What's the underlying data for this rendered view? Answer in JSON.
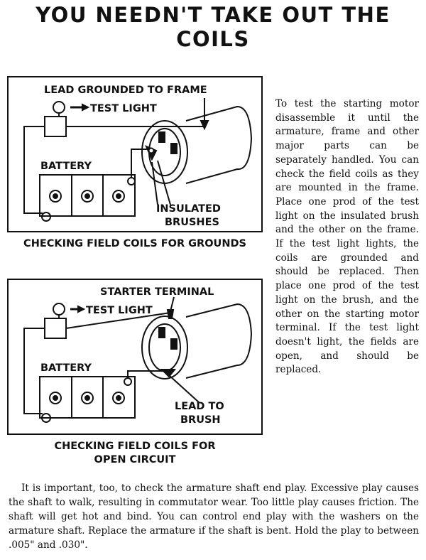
{
  "title": "YOU NEEDN'T TAKE OUT THE COILS",
  "figure1": {
    "label_lead": "LEAD GROUNDED TO FRAME",
    "label_test_light": "TEST LIGHT",
    "label_battery": "BATTERY",
    "label_insulated": "INSULATED",
    "label_brushes": "BRUSHES",
    "caption": "CHECKING FIELD COILS FOR GROUNDS"
  },
  "figure2": {
    "label_starter": "STARTER TERMINAL",
    "label_test_light": "TEST LIGHT",
    "label_battery": "BATTERY",
    "label_lead_to": "LEAD TO",
    "label_brush": "BRUSH",
    "caption_line1": "CHECKING FIELD COILS FOR",
    "caption_line2": "OPEN CIRCUIT"
  },
  "side_text": "To test the starting motor disassemble it until the armature, frame and other major parts can be separately handled. You can check the field coils as they are mounted in the frame. Place one prod of the test light on the insulated brush and the other on the frame. If the test light lights, the coils are grounded and should be replaced. Then place one prod of the test light on the brush, and the other on the starting motor terminal. If the test light doesn't light, the fields are open, and should be replaced.",
  "bottom_text": "It is important, too, to check the armature shaft end play. Excessive play causes the shaft to walk, resulting in commutator wear. Too little play causes friction. The shaft will get hot and bind. You can control end play with the washers on the armature shaft. Replace the armature if the shaft is bent. Hold the play to between .005\" and .030\"."
}
